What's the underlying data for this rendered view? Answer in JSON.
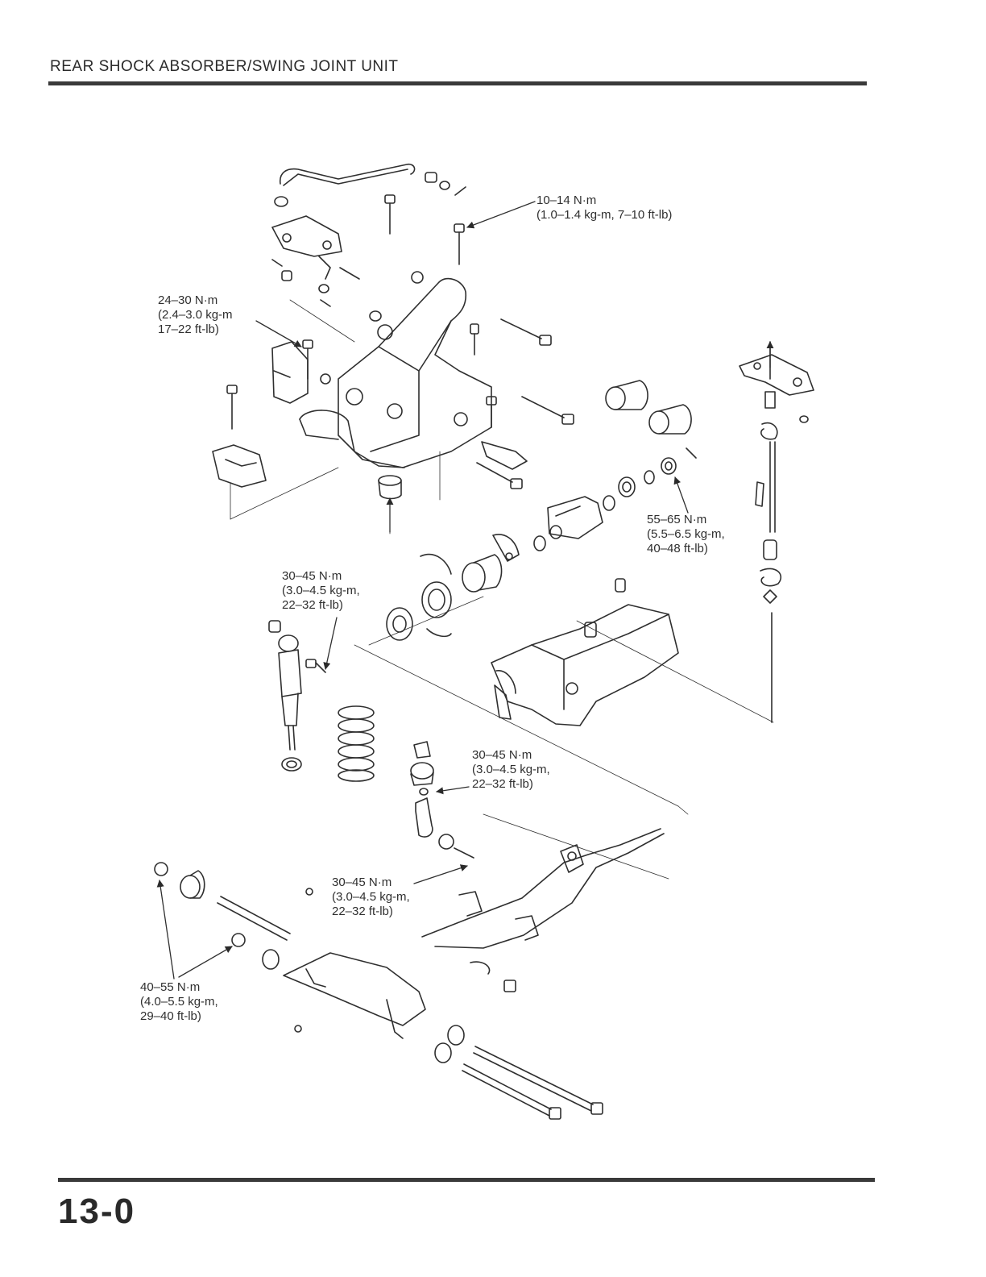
{
  "header": {
    "title": "REAR SHOCK ABSORBER/SWING JOINT UNIT"
  },
  "torque_specs": [
    {
      "line1": "10–14 N·m",
      "line2": "(1.0–1.4 kg-m, 7–10 ft-lb)",
      "line3": ""
    },
    {
      "line1": "24–30 N·m",
      "line2": "(2.4–3.0 kg-m",
      "line3": "17–22 ft-lb)"
    },
    {
      "line1": "55–65 N·m",
      "line2": "(5.5–6.5 kg-m,",
      "line3": "40–48 ft-lb)"
    },
    {
      "line1": "30–45 N·m",
      "line2": "(3.0–4.5 kg-m,",
      "line3": "22–32 ft-lb)"
    },
    {
      "line1": "30–45 N·m",
      "line2": "(3.0–4.5 kg-m,",
      "line3": "22–32 ft-lb)"
    },
    {
      "line1": "30–45 N·m",
      "line2": "(3.0–4.5 kg-m,",
      "line3": "22–32 ft-lb)"
    },
    {
      "line1": "40–55 N·m",
      "line2": "(4.0–5.5 kg-m,",
      "line3": "29–40 ft-lb)"
    }
  ],
  "footer": {
    "page_number": "13-0"
  }
}
